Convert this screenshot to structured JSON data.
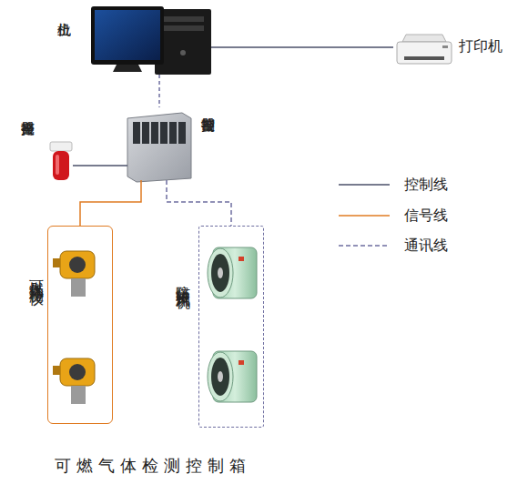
{
  "diagram": {
    "caption": "可燃气体检测控制箱",
    "nodes": [
      {
        "text": [
          "上位机"
        ]
      },
      {
        "text": [
          "打印机"
        ]
      },
      {
        "text": [
          "声光报警器"
        ]
      },
      {
        "text": [
          "报警控制器"
        ]
      },
      {
        "text": [
          "可燃气体检测仪"
        ]
      },
      {
        "text": [
          "防爆轴流风机"
        ]
      }
    ],
    "edges": [
      {
        "from": 0,
        "to": 1,
        "arrow": "none"
      },
      {
        "from": 0,
        "to": 3,
        "arrow": "none"
      },
      {
        "from": 2,
        "to": 3,
        "arrow": "none"
      },
      {
        "from": 3,
        "to": 4,
        "arrow": "none"
      },
      {
        "from": 3,
        "to": 5,
        "arrow": "none"
      }
    ],
    "legend": [
      {
        "text": "控制线"
      },
      {
        "text": "信号线"
      },
      {
        "text": "通讯线"
      }
    ]
  }
}
